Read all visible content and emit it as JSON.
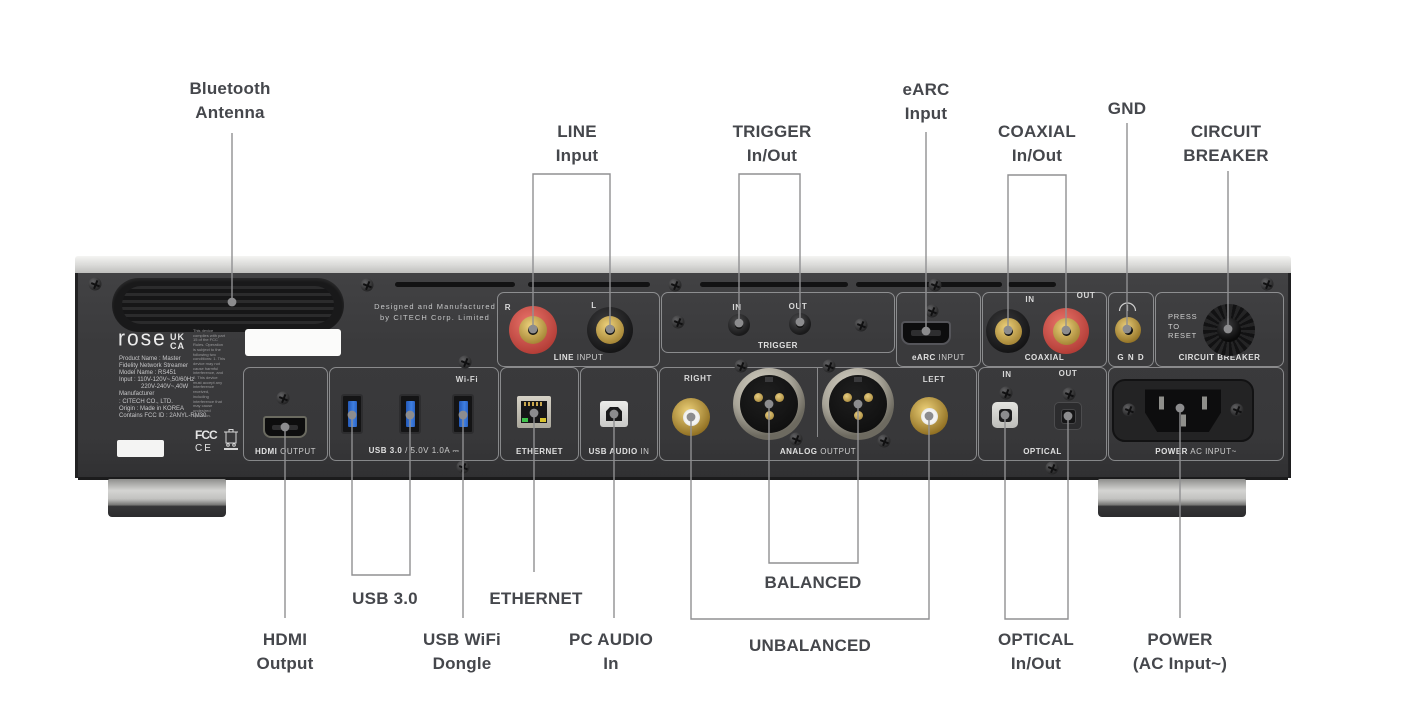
{
  "colors": {
    "background": "#ffffff",
    "panel": "#3a3a3c",
    "chassis_top": "#d9d9d7",
    "callout_text": "#45474c",
    "callout_line": "#909092",
    "section_outline": "#d5d6d8",
    "rca_red": "#cf5048",
    "gold": "#c9a244",
    "usb_blue": "#3f7fe0",
    "led_green": "#3fc24c",
    "led_yellow": "#d9c32e"
  },
  "callouts": {
    "bluetooth": {
      "l1": "Bluetooth",
      "l2": "Antenna"
    },
    "line": {
      "l1": "LINE",
      "l2": "Input"
    },
    "trigger": {
      "l1": "TRIGGER",
      "l2": "In/Out"
    },
    "earc": {
      "l1": "eARC",
      "l2": "Input"
    },
    "coaxial": {
      "l1": "COAXIAL",
      "l2": "In/Out"
    },
    "gnd": {
      "l1": "GND"
    },
    "breaker": {
      "l1": "CIRCUIT",
      "l2": "BREAKER"
    },
    "hdmi": {
      "l1": "HDMI",
      "l2": "Output"
    },
    "usb3": {
      "l1": "USB 3.0"
    },
    "usbwifi": {
      "l1": "USB WiFi",
      "l2": "Dongle"
    },
    "ethernet": {
      "l1": "ETHERNET"
    },
    "pcaudio": {
      "l1": "PC AUDIO",
      "l2": "In"
    },
    "balanced": {
      "l1": "BALANCED"
    },
    "unbalanced": {
      "l1": "UNBALANCED"
    },
    "optical": {
      "l1": "OPTICAL",
      "l2": "In/Out"
    },
    "power": {
      "l1": "POWER",
      "l2": "(AC Input~)"
    }
  },
  "panel": {
    "designed1": "Designed and Manufactured",
    "designed2": "by CITECH Corp. Limited",
    "line_input": {
      "label_b": "LINE",
      "label_r": "INPUT",
      "r": "R",
      "l": "L"
    },
    "trigger": {
      "label_b": "TRIGGER",
      "in": "IN",
      "out": "OUT"
    },
    "earc": {
      "label_b": "eARC",
      "label_r": "INPUT"
    },
    "coaxial": {
      "label_b": "COAXIAL",
      "in": "IN",
      "out": "OUT"
    },
    "gnd": {
      "label_b": "G N D"
    },
    "breaker": {
      "label_b": "CIRCUIT BREAKER",
      "press": "PRESS",
      "to": "TO",
      "reset": "RESET"
    },
    "hdmi": {
      "label_b": "HDMI",
      "label_r": "OUTPUT"
    },
    "usb": {
      "label_b": "USB 3.0",
      "label_r": "/  5.0V 1.0A ⎓",
      "wifi": "Wi-Fi"
    },
    "ethernet": {
      "label_b": "ETHERNET"
    },
    "usb_audio": {
      "label_b": "USB AUDIO",
      "label_r": "IN"
    },
    "analog": {
      "label_b": "ANALOG",
      "label_r": "OUTPUT",
      "right": "RIGHT",
      "left": "LEFT"
    },
    "optical": {
      "label_b": "OPTICAL",
      "in": "IN",
      "out": "OUT"
    },
    "power": {
      "label_b": "POWER",
      "label_r": "AC INPUT~"
    }
  },
  "reg": {
    "logo": "rose",
    "uk": "UK",
    "ca": "CA",
    "lines": [
      "Product Name : Master",
      "Fidelity Network Streamer",
      "Model Name : RS451",
      "Input : 110V-120V~,50/60Hz",
      "220V-240V~,40W",
      "Manufacturer",
      ": CITECH CO., LTD.",
      "Origin : Made in KOREA",
      "Contains FCC ID : 2ANYL-RM30"
    ],
    "fcc_text": "This device complies with part 15 of the FCC Rules. Operation is subject to the following two conditions: 1. This device may not cause harmful interference, and 2. This device must accept any interference received, including interference that may cause undesired operation.",
    "fcc_mark": "FCC",
    "ce_mark": "CE"
  }
}
